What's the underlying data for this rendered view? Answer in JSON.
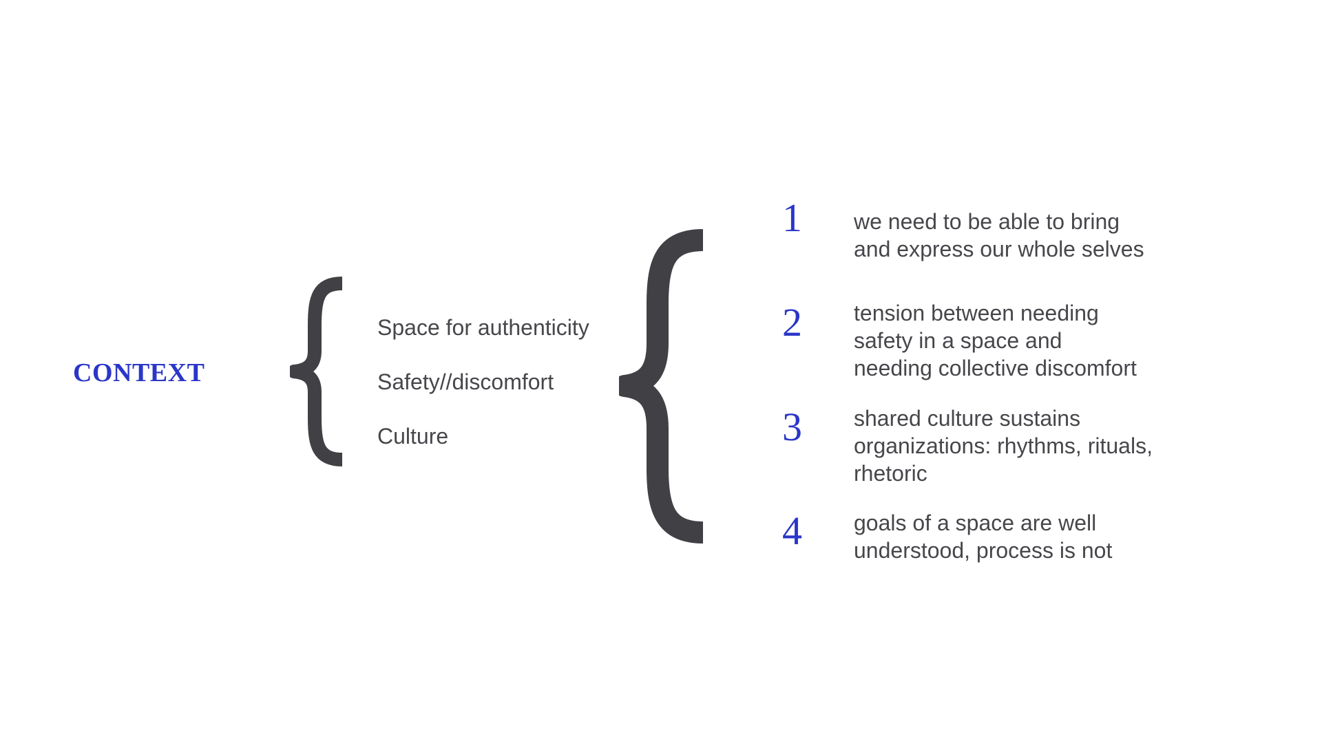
{
  "title": "CONTEXT",
  "subtopics": [
    "Space for authenticity",
    "Safety//discomfort",
    "Culture"
  ],
  "points": [
    {
      "number": "1",
      "lines": [
        "we need to be able to bring",
        "and express our whole selves"
      ]
    },
    {
      "number": "2",
      "lines": [
        "tension between needing",
        "safety in a space and",
        "needing collective discomfort"
      ]
    },
    {
      "number": "3",
      "lines": [
        "shared culture sustains",
        "organizations: rhythms, rituals,",
        "rhetoric"
      ]
    },
    {
      "number": "4",
      "lines": [
        "goals of a space are well",
        "understood, process is not"
      ]
    }
  ],
  "colors": {
    "accent": "#2a36c8",
    "text": "#47464b",
    "brace": "#414045"
  }
}
